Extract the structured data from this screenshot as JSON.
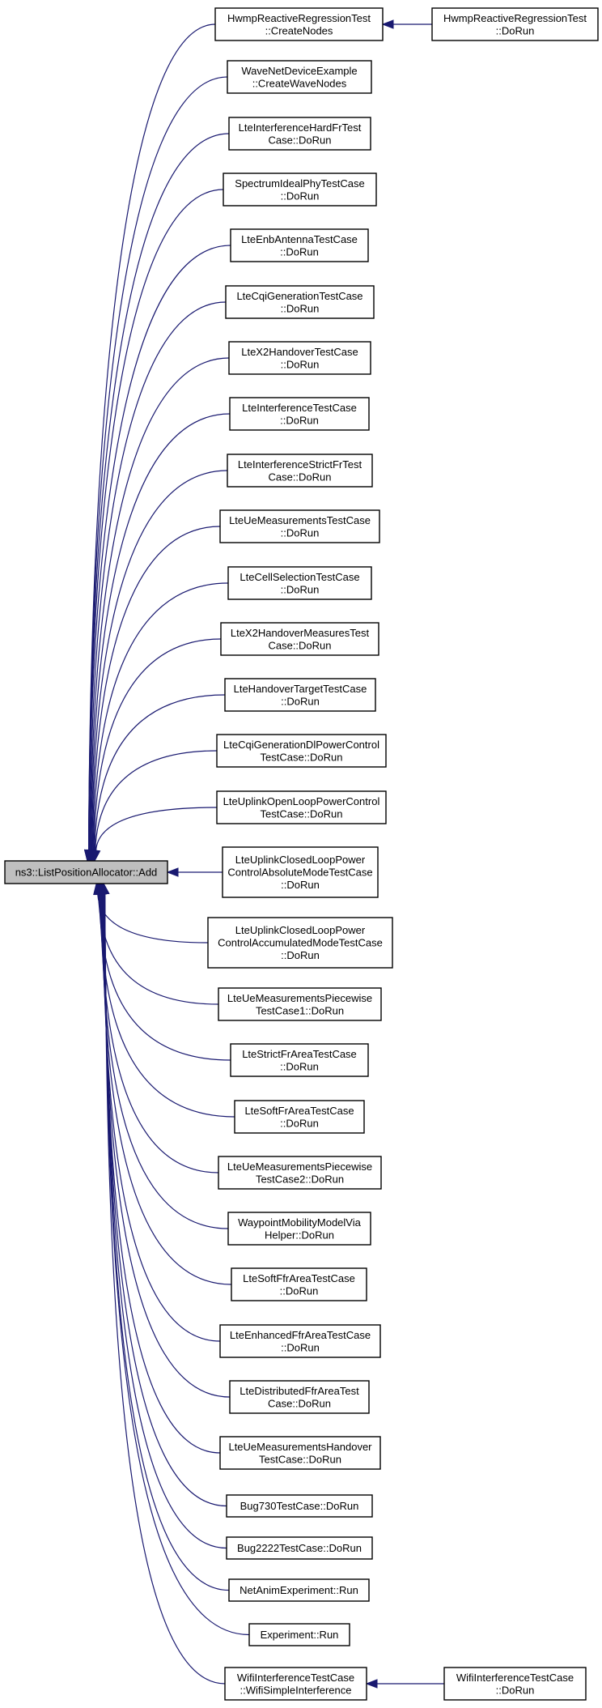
{
  "root": {
    "lines": [
      "ns3::ListPositionAllocator::Add"
    ]
  },
  "callers": [
    {
      "id": "hwmp",
      "lines": [
        "HwmpReactiveRegressionTest",
        "::CreateNodes"
      ]
    },
    {
      "id": "wave",
      "lines": [
        "WaveNetDeviceExample",
        "::CreateWaveNodes"
      ]
    },
    {
      "id": "ltehardfr",
      "lines": [
        "LteInterferenceHardFrTest",
        "Case::DoRun"
      ]
    },
    {
      "id": "spectrum",
      "lines": [
        "SpectrumIdealPhyTestCase",
        "::DoRun"
      ]
    },
    {
      "id": "enbantenna",
      "lines": [
        "LteEnbAntennaTestCase",
        "::DoRun"
      ]
    },
    {
      "id": "cqigen",
      "lines": [
        "LteCqiGenerationTestCase",
        "::DoRun"
      ]
    },
    {
      "id": "x2handover",
      "lines": [
        "LteX2HandoverTestCase",
        "::DoRun"
      ]
    },
    {
      "id": "interference",
      "lines": [
        "LteInterferenceTestCase",
        "::DoRun"
      ]
    },
    {
      "id": "strictfr",
      "lines": [
        "LteInterferenceStrictFrTest",
        "Case::DoRun"
      ]
    },
    {
      "id": "uemeas",
      "lines": [
        "LteUeMeasurementsTestCase",
        "::DoRun"
      ]
    },
    {
      "id": "cellsel",
      "lines": [
        "LteCellSelectionTestCase",
        "::DoRun"
      ]
    },
    {
      "id": "x2measures",
      "lines": [
        "LteX2HandoverMeasuresTest",
        "Case::DoRun"
      ]
    },
    {
      "id": "handovertarget",
      "lines": [
        "LteHandoverTargetTestCase",
        "::DoRun"
      ]
    },
    {
      "id": "cqidlpower",
      "lines": [
        "LteCqiGenerationDlPowerControl",
        "TestCase::DoRun"
      ]
    },
    {
      "id": "openloop",
      "lines": [
        "LteUplinkOpenLoopPowerControl",
        "TestCase::DoRun"
      ]
    },
    {
      "id": "closedabs",
      "lines": [
        "LteUplinkClosedLoopPower",
        "ControlAbsoluteModeTestCase",
        "::DoRun"
      ]
    },
    {
      "id": "closedacc",
      "lines": [
        "LteUplinkClosedLoopPower",
        "ControlAccumulatedModeTestCase",
        "::DoRun"
      ]
    },
    {
      "id": "piecewise1",
      "lines": [
        "LteUeMeasurementsPiecewise",
        "TestCase1::DoRun"
      ]
    },
    {
      "id": "strictfrarea",
      "lines": [
        "LteStrictFrAreaTestCase",
        "::DoRun"
      ]
    },
    {
      "id": "softfrarea",
      "lines": [
        "LteSoftFrAreaTestCase",
        "::DoRun"
      ]
    },
    {
      "id": "piecewise2",
      "lines": [
        "LteUeMeasurementsPiecewise",
        "TestCase2::DoRun"
      ]
    },
    {
      "id": "waypoint",
      "lines": [
        "WaypointMobilityModelVia",
        "Helper::DoRun"
      ]
    },
    {
      "id": "softffr",
      "lines": [
        "LteSoftFfrAreaTestCase",
        "::DoRun"
      ]
    },
    {
      "id": "enhancedffr",
      "lines": [
        "LteEnhancedFfrAreaTestCase",
        "::DoRun"
      ]
    },
    {
      "id": "distffr",
      "lines": [
        "LteDistributedFfrAreaTest",
        "Case::DoRun"
      ]
    },
    {
      "id": "uemeashandover",
      "lines": [
        "LteUeMeasurementsHandover",
        "TestCase::DoRun"
      ]
    },
    {
      "id": "bug730",
      "lines": [
        "Bug730TestCase::DoRun"
      ]
    },
    {
      "id": "bug2222",
      "lines": [
        "Bug2222TestCase::DoRun"
      ]
    },
    {
      "id": "netanim",
      "lines": [
        "NetAnimExperiment::Run"
      ]
    },
    {
      "id": "experiment",
      "lines": [
        "Experiment::Run"
      ]
    },
    {
      "id": "wifiinterf",
      "lines": [
        "WifiInterferenceTestCase",
        "::WifiSimpleInterference"
      ]
    }
  ],
  "second_level": [
    {
      "id": "hwmp_dorun",
      "from": "hwmp",
      "lines": [
        "HwmpReactiveRegressionTest",
        "::DoRun"
      ]
    },
    {
      "id": "wifi_dorun",
      "from": "wifiinterf",
      "lines": [
        "WifiInterferenceTestCase",
        "::DoRun"
      ]
    }
  ],
  "colors": {
    "edge": "#191970",
    "root_fill": "#bfbfbf",
    "node_fill": "#ffffff",
    "border": "#000000"
  }
}
